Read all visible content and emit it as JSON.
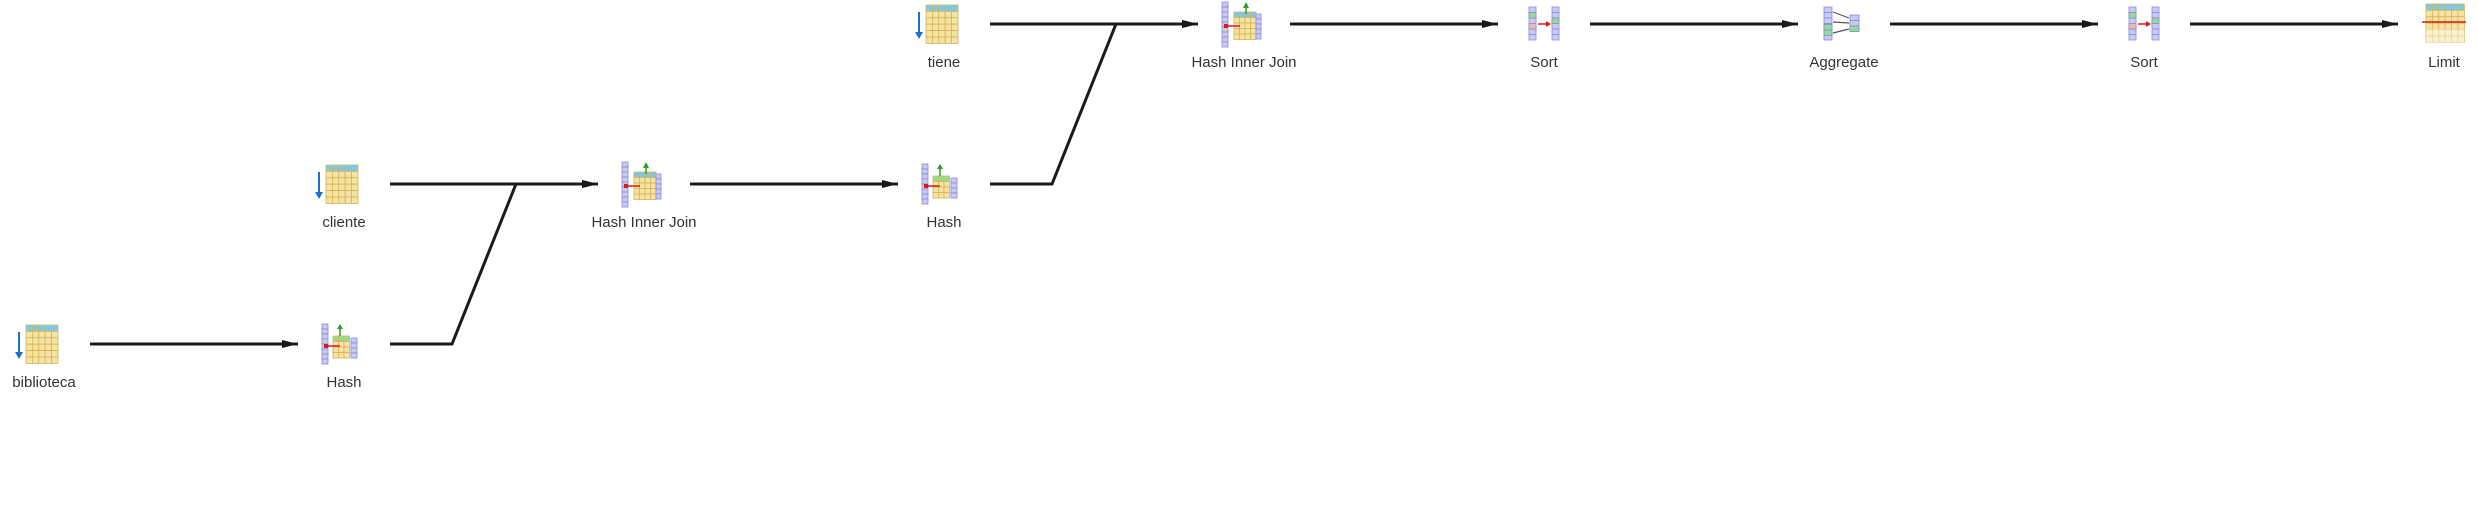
{
  "nodes": [
    {
      "id": "biblioteca",
      "label": "biblioteca",
      "icon": "table-scan-icon"
    },
    {
      "id": "hash1",
      "label": "Hash",
      "icon": "hash-icon"
    },
    {
      "id": "cliente",
      "label": "cliente",
      "icon": "table-scan-icon"
    },
    {
      "id": "join1",
      "label": "Hash Inner Join",
      "icon": "hash-join-icon"
    },
    {
      "id": "hash2",
      "label": "Hash",
      "icon": "hash-icon"
    },
    {
      "id": "tiene",
      "label": "tiene",
      "icon": "table-scan-icon"
    },
    {
      "id": "join2",
      "label": "Hash Inner Join",
      "icon": "hash-join-icon"
    },
    {
      "id": "sort1",
      "label": "Sort",
      "icon": "sort-icon"
    },
    {
      "id": "aggregate",
      "label": "Aggregate",
      "icon": "aggregate-icon"
    },
    {
      "id": "sort2",
      "label": "Sort",
      "icon": "sort-icon"
    },
    {
      "id": "limit",
      "label": "Limit",
      "icon": "limit-icon"
    }
  ],
  "edges": [
    {
      "from": "biblioteca",
      "to": "hash1"
    },
    {
      "from": "cliente",
      "to": "join1"
    },
    {
      "from": "hash1",
      "to": "join1"
    },
    {
      "from": "join1",
      "to": "hash2"
    },
    {
      "from": "tiene",
      "to": "join2"
    },
    {
      "from": "hash2",
      "to": "join2"
    },
    {
      "from": "join2",
      "to": "sort1"
    },
    {
      "from": "sort1",
      "to": "aggregate"
    },
    {
      "from": "aggregate",
      "to": "sort2"
    },
    {
      "from": "sort2",
      "to": "limit"
    }
  ],
  "colors": {
    "edge": "#1a1a1a",
    "label": "#333333",
    "table_header": "#7ec8e3",
    "table_body": "#f6e3a1",
    "table_grid": "#d4b45a",
    "column_fill": "#c9c9f2",
    "column_stroke": "#8a8ad8",
    "scan_arrow": "#1f6fd1",
    "key_red": "#d61a1a",
    "green_row": "#8fe08f",
    "green_arrow": "#2a9d2a"
  }
}
